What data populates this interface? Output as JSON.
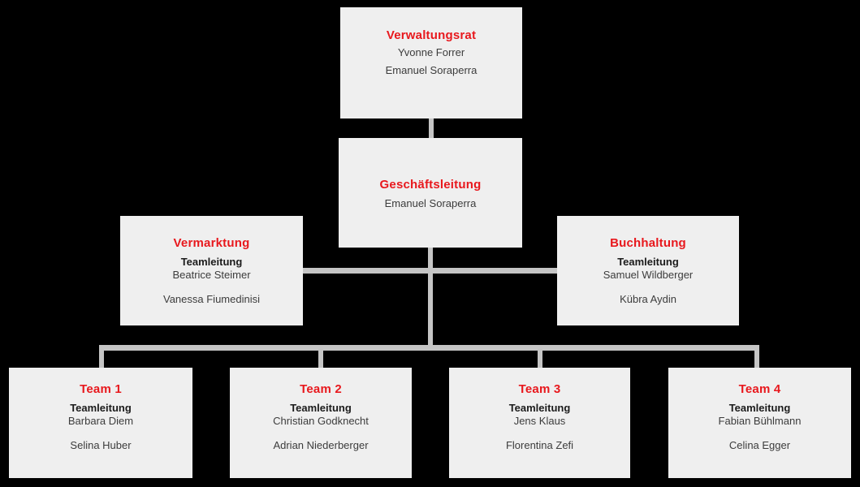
{
  "colors": {
    "background": "#000000",
    "box_fill": "#efefef",
    "connector": "#c5c5c5",
    "accent_red": "#e8181d",
    "role_label_text": "#1b1b1b",
    "person_text": "#3c3c3c"
  },
  "boxes": {
    "verwaltungsrat": {
      "title": "Verwaltungsrat",
      "members": [
        "Yvonne Forrer",
        "Emanuel Soraperra"
      ]
    },
    "geschaeftsleitung": {
      "title": "Geschäftsleitung",
      "members": [
        "Emanuel Soraperra"
      ]
    },
    "vermarktung": {
      "title": "Vermarktung",
      "role_label": "Teamleitung",
      "leader": "Beatrice Steimer",
      "members": [
        "Vanessa Fiumedinisi"
      ]
    },
    "buchhaltung": {
      "title": "Buchhaltung",
      "role_label": "Teamleitung",
      "leader": "Samuel Wildberger",
      "members": [
        "Kübra Aydin"
      ]
    },
    "team1": {
      "title": "Team 1",
      "role_label": "Teamleitung",
      "leader": "Barbara Diem",
      "members": [
        "Selina Huber"
      ]
    },
    "team2": {
      "title": "Team 2",
      "role_label": "Teamleitung",
      "leader": "Christian Godknecht",
      "members": [
        "Adrian Niederberger"
      ]
    },
    "team3": {
      "title": "Team 3",
      "role_label": "Teamleitung",
      "leader": "Jens Klaus",
      "members": [
        "Florentina Zefi"
      ]
    },
    "team4": {
      "title": "Team 4",
      "role_label": "Teamleitung",
      "leader": "Fabian Bühlmann",
      "members": [
        "Celina Egger"
      ]
    }
  }
}
